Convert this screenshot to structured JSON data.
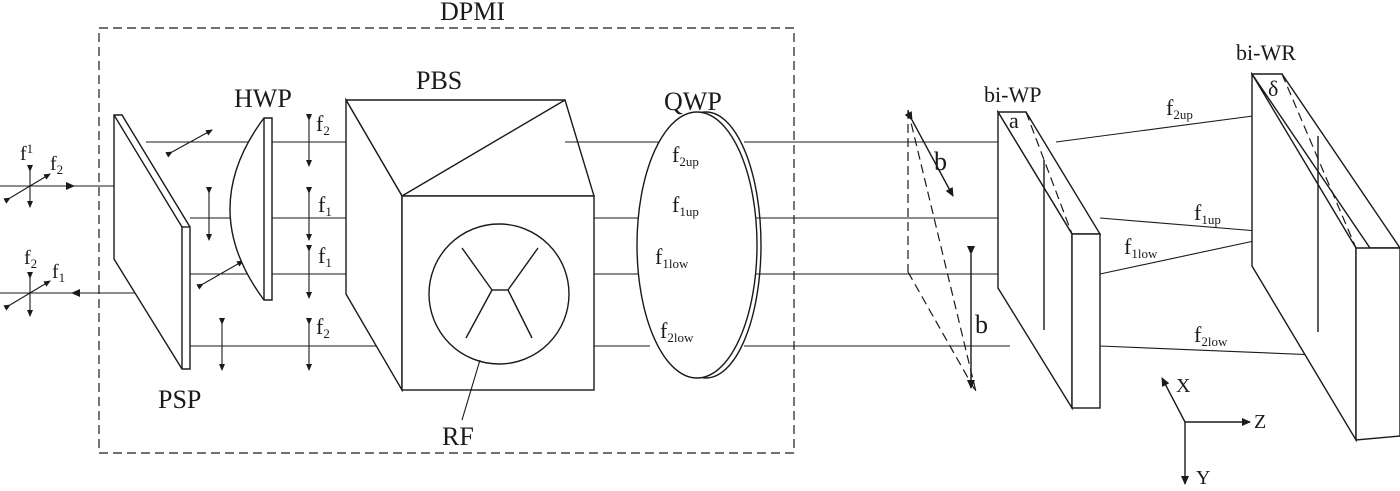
{
  "labels": {
    "dpmi": "DPMI",
    "hwp": "HWP",
    "pbs": "PBS",
    "qwp": "QWP",
    "psp": "PSP",
    "rf": "RF",
    "bi_wp": "bi-WP",
    "bi_wr": "bi-WR",
    "a": "a",
    "delta": "δ",
    "b_upper": "b",
    "b_lower": "b"
  },
  "freqs": {
    "in_f1": {
      "base": "f",
      "sub": "1"
    },
    "in_f2": {
      "base": "f",
      "sub": "2"
    },
    "out_f2": {
      "base": "f",
      "sub": "2"
    },
    "out_f1": {
      "base": "f",
      "sub": "1"
    },
    "hwp_f2_top": {
      "base": "f",
      "sub": "2"
    },
    "hwp_f1_a": {
      "base": "f",
      "sub": "1"
    },
    "hwp_f1_b": {
      "base": "f",
      "sub": "1"
    },
    "hwp_f2_bottom": {
      "base": "f",
      "sub": "2"
    },
    "qwp_f2up": {
      "base": "f",
      "sub": "2up"
    },
    "qwp_f1up": {
      "base": "f",
      "sub": "1up"
    },
    "qwp_f1low": {
      "base": "f",
      "sub": "1low"
    },
    "qwp_f2low": {
      "base": "f",
      "sub": "2low"
    },
    "wr_f2up": {
      "base": "f",
      "sub": "2up"
    },
    "wr_f1up": {
      "base": "f",
      "sub": "1up"
    },
    "wr_f1low": {
      "base": "f",
      "sub": "1low"
    },
    "wr_f2low": {
      "base": "f",
      "sub": "2low"
    }
  },
  "axes": {
    "x": "X",
    "y": "Y",
    "z": "Z"
  }
}
